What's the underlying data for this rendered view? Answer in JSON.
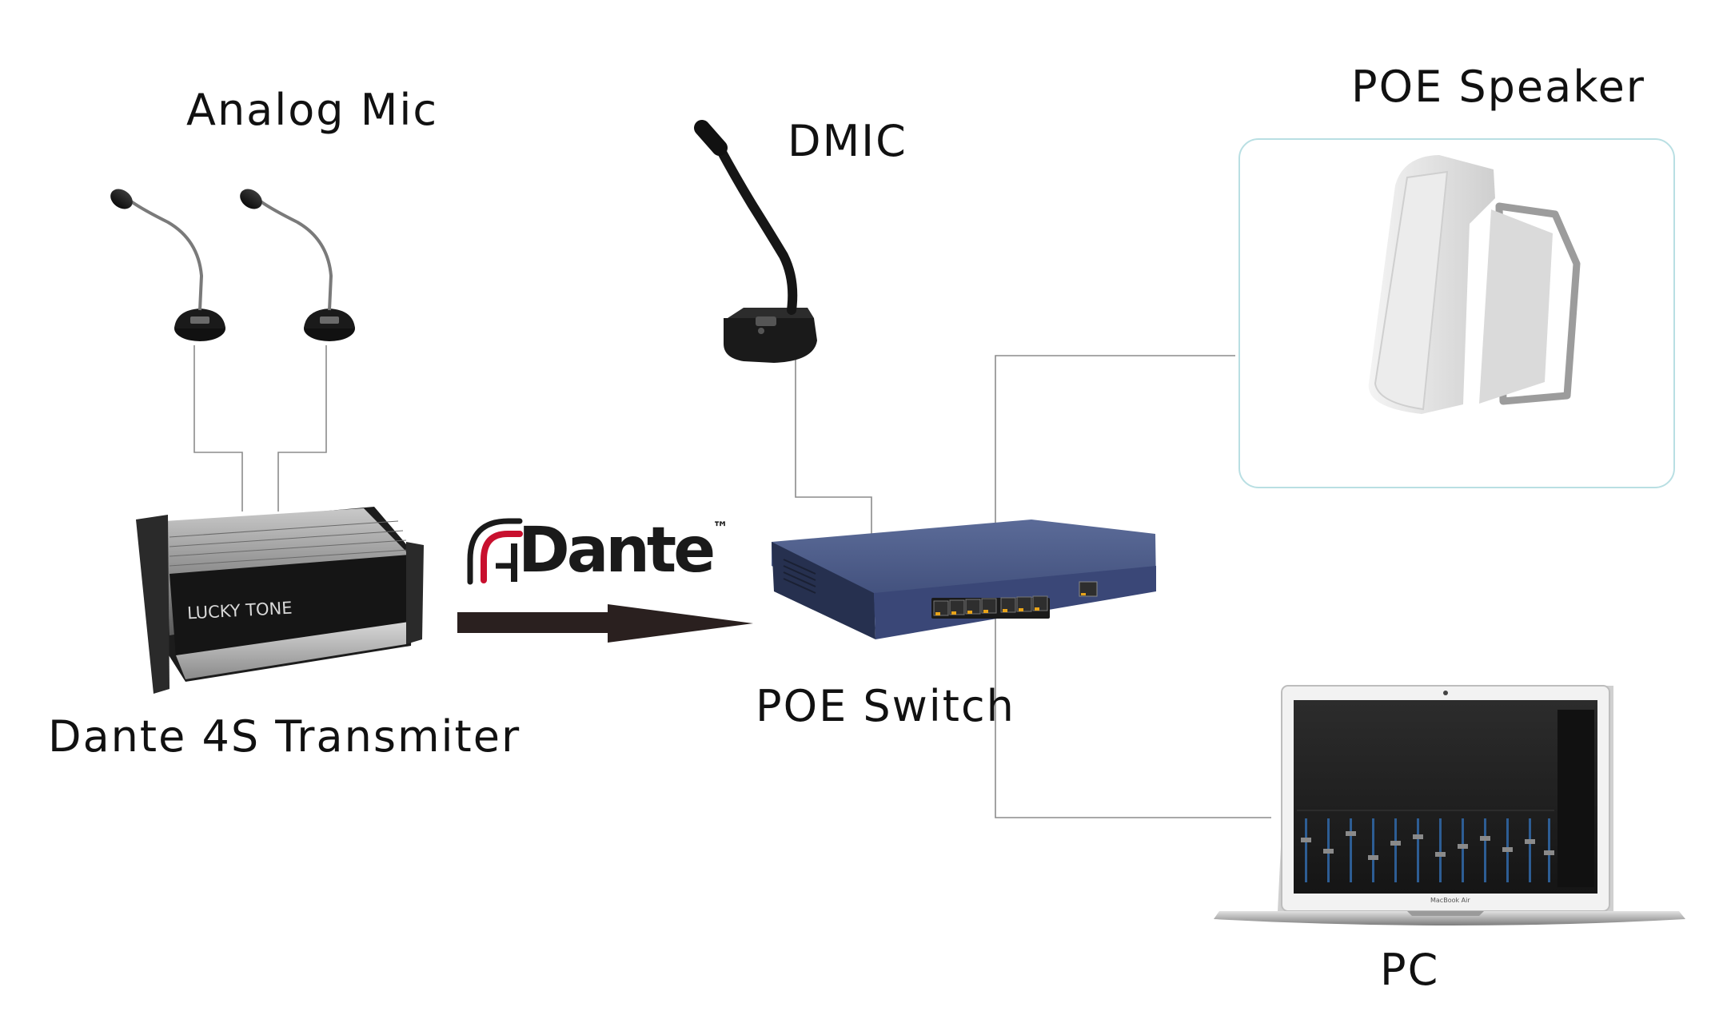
{
  "labels": {
    "analog_mic": "Analog Mic",
    "dmic": "DMIC",
    "poe_speaker": "POE Speaker",
    "transmitter": "Dante 4S Transmiter",
    "poe_switch": "POE Switch",
    "pc": "PC"
  },
  "devices": {
    "transmitter_brand": "LUCKY TONE",
    "laptop_brand": "MacBook Air"
  },
  "dante_logo": {
    "text": "Dante",
    "trademark": "™"
  },
  "colors": {
    "dante_red": "#c8102e",
    "switch_blue": "#3d4d7a",
    "port_led": "#e8a41a",
    "wire": "#8c8c8c",
    "arrow": "#2a201f"
  }
}
